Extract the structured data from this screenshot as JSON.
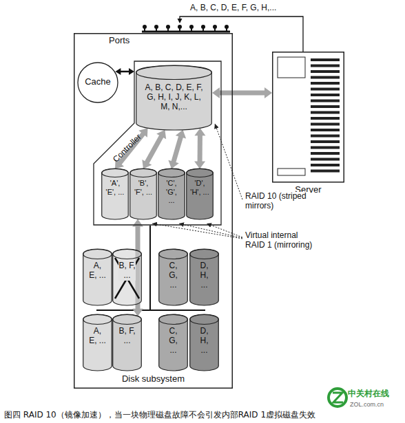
{
  "diagram": {
    "caption": "图四 RAID 10（镜像加速），当一块物理磁盘故障不会引发内部RAID 1虚拟磁盘失效",
    "nodes": [
      {
        "text": [
          "Disk subsystem"
        ]
      },
      {
        "text": [
          "Controller"
        ],
        "in": 0
      },
      {
        "text": [
          "Cache"
        ],
        "in": 0
      },
      {
        "text": [
          "Ports"
        ],
        "in": 0
      },
      {
        "text": [
          "A, B, C, D, E, F, G, H, I, J, K, L, M, N,..."
        ],
        "in": 1
      },
      {
        "text": [
          "'A', 'E', ..."
        ],
        "in": 1
      },
      {
        "text": [
          "'B', 'F', ..."
        ],
        "in": 1
      },
      {
        "text": [
          "'C', 'G', ..."
        ],
        "in": 1
      },
      {
        "text": [
          "'D', 'H', ..."
        ],
        "in": 1
      },
      {
        "text": [
          "A, E, ..."
        ],
        "in": 0
      },
      {
        "text": [
          "B, F, ..."
        ],
        "in": 0
      },
      {
        "text": [
          "C, G, ..."
        ],
        "in": 0
      },
      {
        "text": [
          "D, H, ..."
        ],
        "in": 0
      },
      {
        "text": [
          "A, E, ..."
        ],
        "in": 0
      },
      {
        "text": [
          "B, F, ..."
        ],
        "in": 0
      },
      {
        "text": [
          "C, G, ..."
        ],
        "in": 0
      },
      {
        "text": [
          "D, H, ..."
        ],
        "in": 0
      },
      {
        "text": [
          "Server"
        ]
      }
    ],
    "edges": [
      {
        "from": 2,
        "to": 1,
        "arrow": "both"
      },
      {
        "from": 17,
        "to": 3,
        "arrow": "to",
        "label": "A, B, C, D, E, F, G, H,..."
      },
      {
        "from": 17,
        "to": 4,
        "arrow": "both"
      },
      {
        "from": 4,
        "to": 5,
        "arrow": "both"
      },
      {
        "from": 4,
        "to": 6,
        "arrow": "both"
      },
      {
        "from": 4,
        "to": 7,
        "arrow": "both"
      },
      {
        "from": 4,
        "to": 8,
        "arrow": "both"
      },
      {
        "from": 6,
        "to": 14,
        "arrow": "both"
      }
    ],
    "labels": [
      "RAID 10 (striped mirrors)",
      "Virtual internal RAID 1 (mirroring)",
      "中关村在线",
      "ZOL.com.cn"
    ]
  }
}
